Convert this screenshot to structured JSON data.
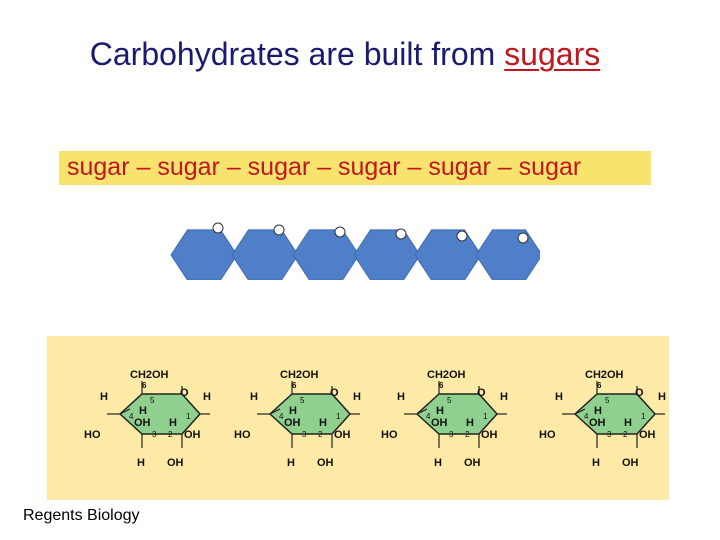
{
  "title": {
    "main": "Carbohydrates are built from",
    "accent": "sugars"
  },
  "banner": {
    "text": "sugar – sugar – sugar – sugar – sugar – sugar"
  },
  "chain": {
    "count": 6,
    "hex_color": "#4f7fc8",
    "link_color": "#6f95d0"
  },
  "sugar_structure": {
    "ch2oh": "CH2OH",
    "c6": "6",
    "c5": "5",
    "c4": "4",
    "c3": "3",
    "c2": "2",
    "c1": "1",
    "ring_o": "O",
    "h": "H",
    "oh": "OH",
    "ho": "HO",
    "ring_color": "#8fd08f"
  },
  "sugar_count": 4,
  "footer": {
    "text": "Regents Biology"
  }
}
